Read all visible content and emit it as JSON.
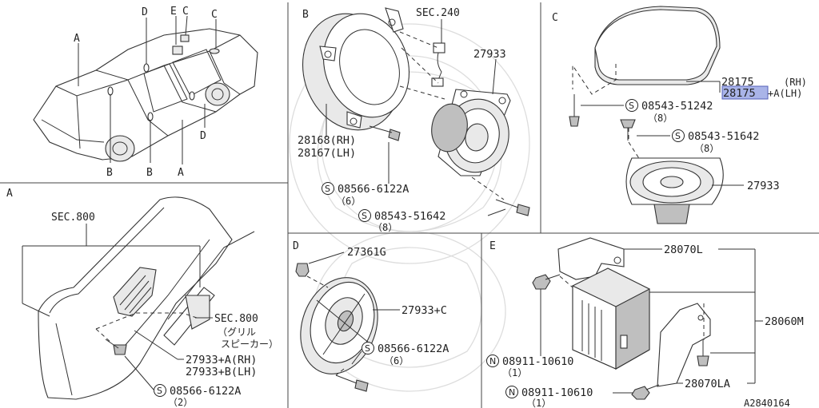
{
  "diagram_code": "A2840164",
  "panels": {
    "overview": {
      "callouts": [
        "A",
        "D",
        "E",
        "C",
        "C",
        "B",
        "B",
        "A",
        "D"
      ]
    },
    "A": {
      "letter": "A",
      "sec_ref": "SEC.800",
      "sec_ref_2": "SEC.800",
      "grille_note": "（グリル",
      "speaker_note": "スピーカー）",
      "part_rh": "27933+A(RH)",
      "part_lh": "27933+B(LH)",
      "screw_symbol": "S",
      "screw_code": "08566-6122A",
      "screw_qty": "（2）"
    },
    "B": {
      "letter": "B",
      "sec_ref": "SEC.240",
      "speaker": "27933",
      "bracket_rh": "28168(RH)",
      "bracket_lh": "28167(LH)",
      "screw1_symbol": "S",
      "screw1_code": "08566-6122A",
      "screw1_qty": "（6）",
      "screw2_symbol": "S",
      "screw2_code": "08543-51642",
      "screw2_qty": "（8）"
    },
    "C": {
      "letter": "C",
      "cover_rh": "28175",
      "cover_rh_suffix": "(RH)",
      "cover_lh": "28175",
      "cover_lh_suffix": "+A(LH)",
      "screw1_symbol": "S",
      "screw1_code": "08543-51242",
      "screw1_qty": "（8）",
      "screw2_symbol": "S",
      "screw2_code": "08543-51642",
      "screw2_qty": "（8）",
      "speaker": "27933"
    },
    "D": {
      "letter": "D",
      "clip": "27361G",
      "speaker": "27933+C",
      "screw_symbol": "S",
      "screw_code": "08566-6122A",
      "screw_qty": "（6）"
    },
    "E": {
      "letter": "E",
      "bracket_upper": "28070L",
      "amplifier": "28060M",
      "bracket_lower": "28070LA",
      "nut1_symbol": "N",
      "nut1_code": "08911-10610",
      "nut1_qty": "（1）",
      "nut2_symbol": "N",
      "nut2_code": "08911-10610",
      "nut2_qty": "（1）"
    }
  }
}
